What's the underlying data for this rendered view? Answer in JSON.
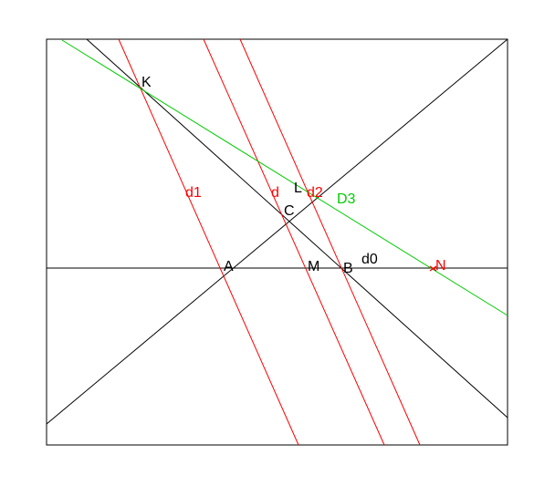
{
  "labels": {
    "K": "K",
    "L": "L",
    "C": "C",
    "A": "A",
    "M": "M",
    "B": "B",
    "N": "N",
    "d0": "d0",
    "d1": "d1",
    "d": "d",
    "d2": "d2",
    "D3": "D3"
  },
  "colors": {
    "frame": "#000000",
    "black_lines": "#000000",
    "red_lines": "#ff0000",
    "green_line": "#00cc00",
    "text_black": "#000000",
    "text_red": "#ff0000",
    "text_green": "#00cc00"
  }
}
